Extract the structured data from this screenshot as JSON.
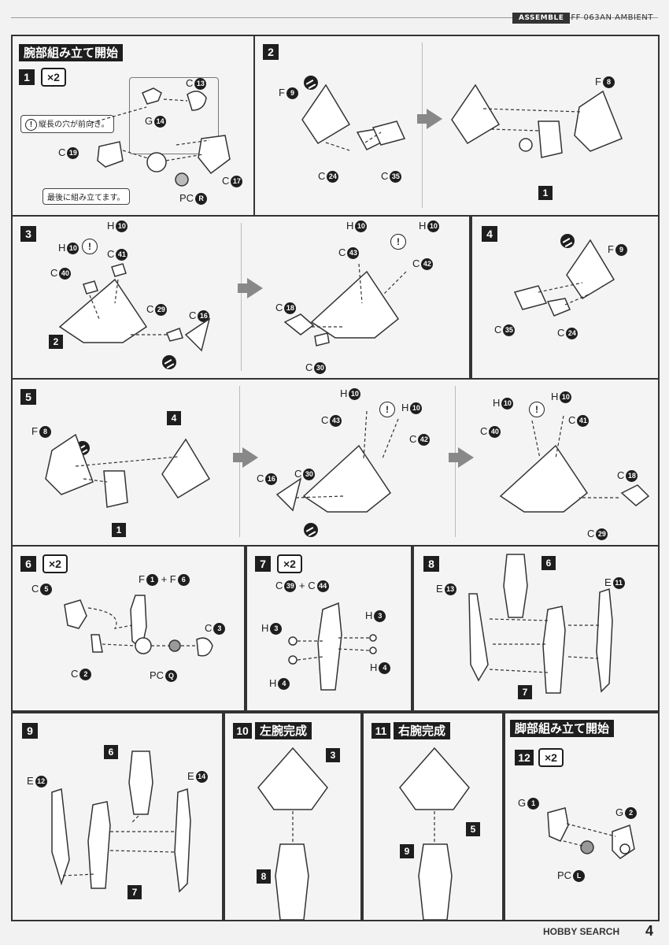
{
  "header": {
    "assemble_label": "ASSEMBLE",
    "model": "BFF 063AN AMBIENT"
  },
  "footer": {
    "logo": "HOBBY SEARCH",
    "page": "4"
  },
  "panels": {
    "p1": {
      "title": "腕部組み立て開始",
      "step": "1",
      "mult": "×2",
      "note1": "縦長の穴が前向き。",
      "note2": "最後に組み立てます。",
      "refs": [
        "C",
        "13",
        "G",
        "14",
        "C",
        "19",
        "C",
        "17",
        "PC",
        "R"
      ]
    },
    "p2": {
      "step": "2",
      "refs": [
        "F",
        "9",
        "C",
        "24",
        "C",
        "35",
        "F",
        "8"
      ],
      "box": "1"
    },
    "p3": {
      "step": "3",
      "box": "2",
      "refs": [
        "H",
        "10",
        "H",
        "10",
        "C",
        "41",
        "C",
        "40",
        "C",
        "29",
        "C",
        "16",
        "H",
        "10",
        "H",
        "10",
        "C",
        "43",
        "C",
        "42",
        "C",
        "18",
        "C",
        "30"
      ]
    },
    "p4": {
      "step": "4",
      "refs": [
        "F",
        "9",
        "C",
        "35",
        "C",
        "24"
      ]
    },
    "p5": {
      "step": "5",
      "box4": "4",
      "box1": "1",
      "refs": [
        "F",
        "8",
        "H",
        "10",
        "H",
        "10",
        "C",
        "43",
        "C",
        "42",
        "C",
        "16",
        "C",
        "30",
        "H",
        "10",
        "H",
        "10",
        "C",
        "40",
        "C",
        "41",
        "C",
        "18",
        "C",
        "29"
      ]
    },
    "p6": {
      "step": "6",
      "mult": "×2",
      "combo": [
        "F",
        "1",
        "+ F",
        "6"
      ],
      "refs": [
        "C",
        "5",
        "C",
        "3",
        "C",
        "2",
        "PC",
        "Q"
      ]
    },
    "p7": {
      "step": "7",
      "mult": "×2",
      "combo": [
        "C",
        "39",
        "+ C",
        "44"
      ],
      "refs": [
        "H",
        "3",
        "H",
        "3",
        "H",
        "4",
        "H",
        "4"
      ]
    },
    "p8": {
      "step": "8",
      "box6": "6",
      "box7": "7",
      "refs": [
        "E",
        "13",
        "E",
        "11"
      ]
    },
    "p9": {
      "step": "9",
      "box6": "6",
      "box7": "7",
      "refs": [
        "E",
        "12",
        "E",
        "14"
      ]
    },
    "p10": {
      "step": "10",
      "title": "左腕完成",
      "box3": "3",
      "box8": "8"
    },
    "p11": {
      "step": "11",
      "title": "右腕完成",
      "box5": "5",
      "box9": "9"
    },
    "p12": {
      "title": "脚部組み立て開始",
      "step": "12",
      "mult": "×2",
      "refs": [
        "G",
        "1",
        "G",
        "2",
        "PC",
        "L"
      ]
    }
  }
}
